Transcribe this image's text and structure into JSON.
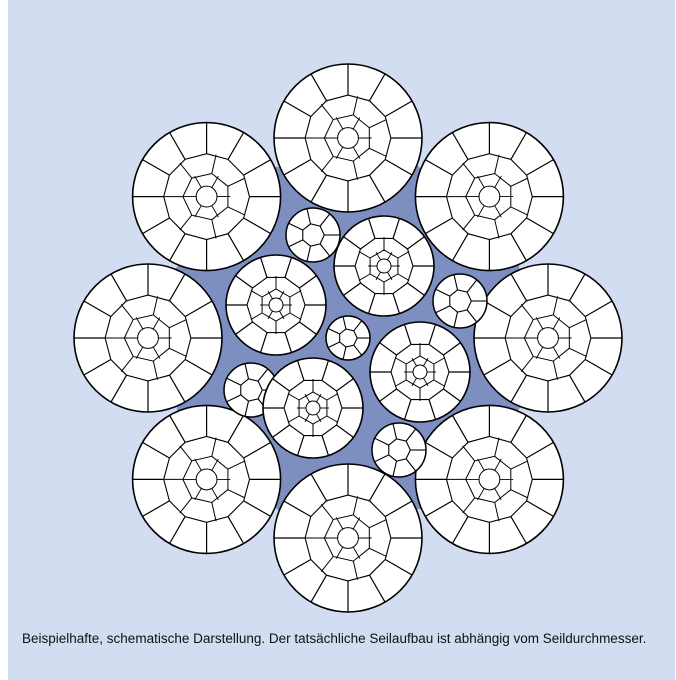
{
  "figure": {
    "caption": "Beispielhafte, schematische Darstellung. Der tatsächliche Seilaufbau ist abhängig vom Seildurchmesser.",
    "colors": {
      "background": "#d2ddf1",
      "filler": "#7d8fc0",
      "wire_fill": "#ffffff",
      "wire_outline": "#000000"
    },
    "outer_strand_count": 8,
    "inner_strand_count": 4,
    "small_filler_strand_count": 4
  }
}
